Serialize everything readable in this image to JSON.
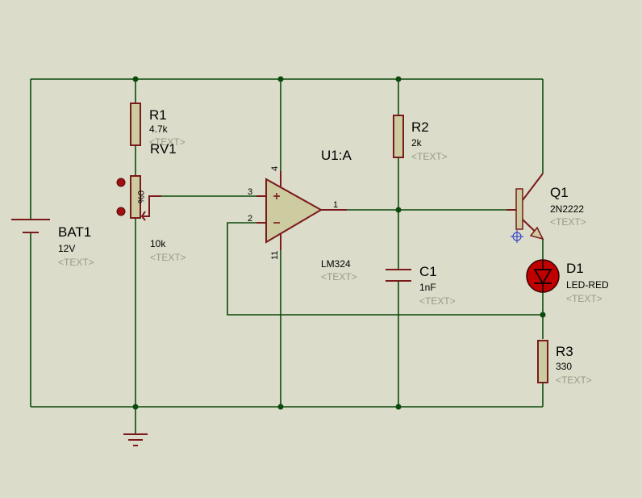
{
  "components": {
    "bat1": {
      "ref": "BAT1",
      "value": "12V",
      "text": "<TEXT>"
    },
    "r1": {
      "ref": "R1",
      "value": "4.7k",
      "text": "<TEXT>"
    },
    "rv1": {
      "ref": "RV1",
      "value": "10k",
      "text": "<TEXT>",
      "wiper_label": "0%"
    },
    "u1": {
      "ref": "U1:A",
      "value": "LM324",
      "text": "<TEXT>",
      "pins": {
        "plus": "3",
        "minus": "2",
        "out": "1",
        "vcc": "4",
        "gnd": "11"
      }
    },
    "r2": {
      "ref": "R2",
      "value": "2k",
      "text": "<TEXT>"
    },
    "c1": {
      "ref": "C1",
      "value": "1nF",
      "text": "<TEXT>"
    },
    "q1": {
      "ref": "Q1",
      "value": "2N2222",
      "text": "<TEXT>"
    },
    "d1": {
      "ref": "D1",
      "value": "LED-RED",
      "text": "<TEXT>"
    },
    "r3": {
      "ref": "R3",
      "value": "330",
      "text": "<TEXT>"
    }
  },
  "colors": {
    "background": "#dcdcca",
    "wire": "#0b4a0b",
    "component_outline": "#7a1a1a",
    "component_body": "#cdcba0",
    "led_active": "#c00000",
    "placeholder_text": "#9a9a8a"
  }
}
